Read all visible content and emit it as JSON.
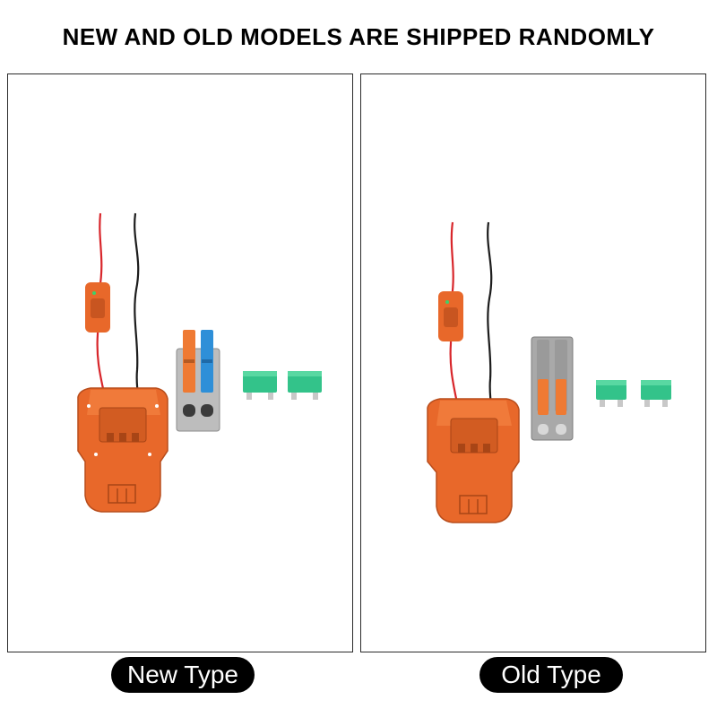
{
  "headline": "NEW AND OLD MODELS ARE SHIPPED RANDOMLY",
  "panels": [
    {
      "label": "New Type"
    },
    {
      "label": "Old Type"
    }
  ],
  "colors": {
    "adapter_orange": "#e8682a",
    "wire_red": "#d8262b",
    "wire_black": "#1c1c1c",
    "connector_grey": "#b9b9b9",
    "lever_orange": "#ef7a33",
    "lever_blue": "#2e8fd8",
    "fuse_green": "#33c38a"
  }
}
